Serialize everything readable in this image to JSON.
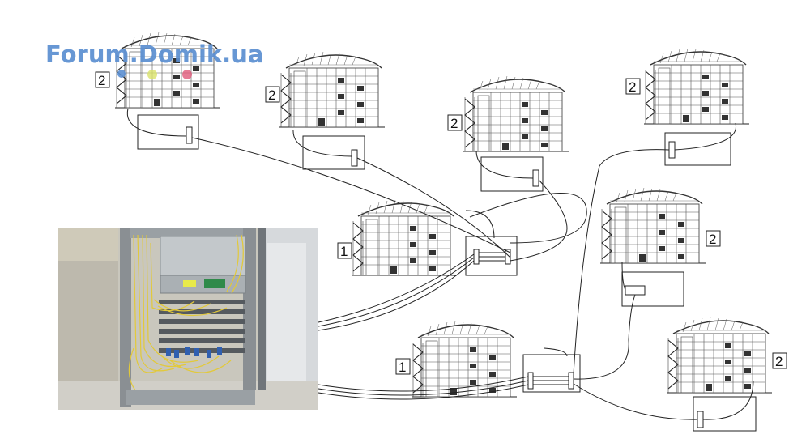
{
  "watermark": "Forum.Domik.ua",
  "building_labels": [
    "2",
    "2",
    "2",
    "2",
    "1",
    "2",
    "1",
    "2"
  ],
  "colors": {
    "line": "#222222",
    "watermark": "#5b8fd1",
    "cabinet_frame": "#8a8f93",
    "fiber": "#e2c93a",
    "connector": "#2f5fb0"
  }
}
